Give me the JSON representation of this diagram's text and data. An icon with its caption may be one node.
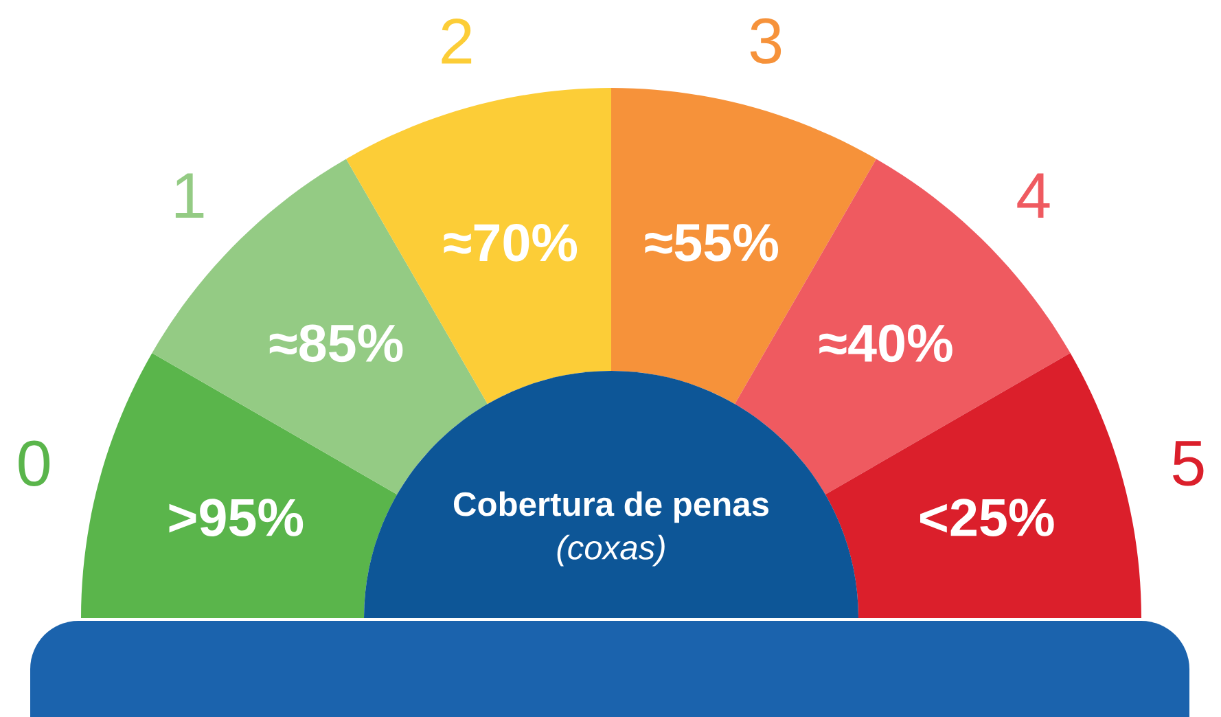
{
  "diagram": {
    "nodes": [
      {
        "text": [
          ">95%"
        ],
        "beside": [
          "0"
        ]
      },
      {
        "text": [
          "≈85%"
        ],
        "beside": [
          "1"
        ]
      },
      {
        "text": [
          "≈70%"
        ],
        "beside": [
          "2"
        ]
      },
      {
        "text": [
          "≈55%"
        ],
        "beside": [
          "3"
        ]
      },
      {
        "text": [
          "≈40%"
        ],
        "beside": [
          "4"
        ]
      },
      {
        "text": [
          "<25%"
        ],
        "beside": [
          "5"
        ]
      },
      {
        "text": [
          "Cobertura de penas",
          "(coxas)"
        ]
      },
      {
        "text": [],
        "shape": "bar"
      }
    ]
  }
}
